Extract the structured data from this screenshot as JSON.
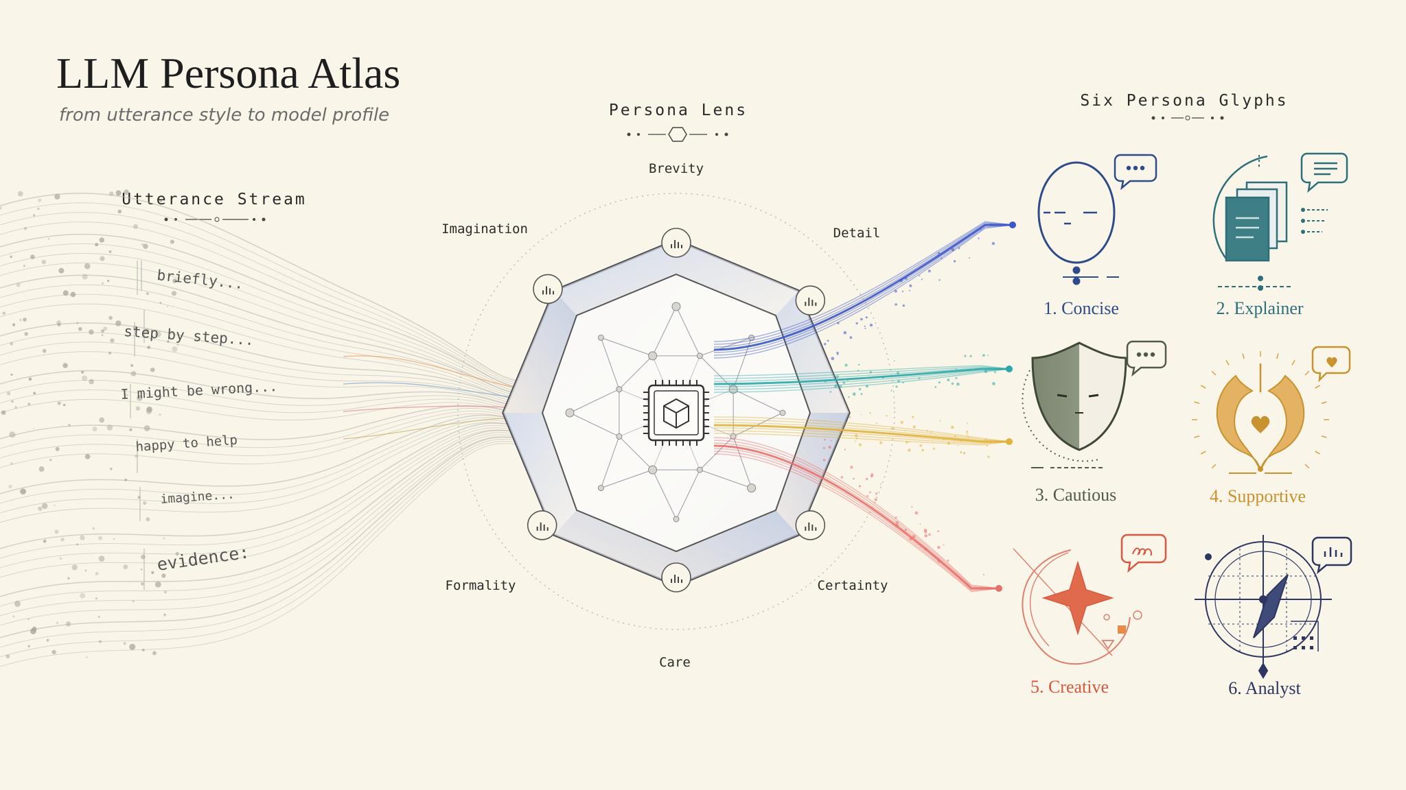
{
  "header": {
    "title": "LLM Persona Atlas",
    "subtitle": "from utterance style to model profile"
  },
  "utterance_stream": {
    "title": "Utterance Stream",
    "utterances": [
      "briefly...",
      "step by step...",
      "I might be wrong...",
      "happy to help",
      "imagine...",
      "evidence:"
    ]
  },
  "persona_lens": {
    "title": "Persona Lens",
    "axes": {
      "brevity": "Brevity",
      "detail": "Detail",
      "certainty": "Certainty",
      "care": "Care",
      "formality": "Formality",
      "imagination": "Imagination"
    }
  },
  "glyphs": {
    "title": "Six Persona Glyphs",
    "items": [
      {
        "label": "1. Concise",
        "color": "#2d4a8a",
        "icon": "face-icon"
      },
      {
        "label": "2. Explainer",
        "color": "#2d6f78",
        "icon": "documents-icon"
      },
      {
        "label": "3. Cautious",
        "color": "#4f5a48",
        "icon": "shield-icon"
      },
      {
        "label": "4. Supportive",
        "color": "#c8922e",
        "icon": "hands-heart-icon"
      },
      {
        "label": "5. Creative",
        "color": "#d9573f",
        "icon": "sparkle-icon"
      },
      {
        "label": "6. Analyst",
        "color": "#2d3560",
        "icon": "compass-icon"
      }
    ]
  },
  "colors": {
    "background": "#faf5e9",
    "blue": "#3a56c8",
    "teal": "#2aa8a8",
    "gold": "#e0b23a",
    "coral": "#e8706a"
  }
}
